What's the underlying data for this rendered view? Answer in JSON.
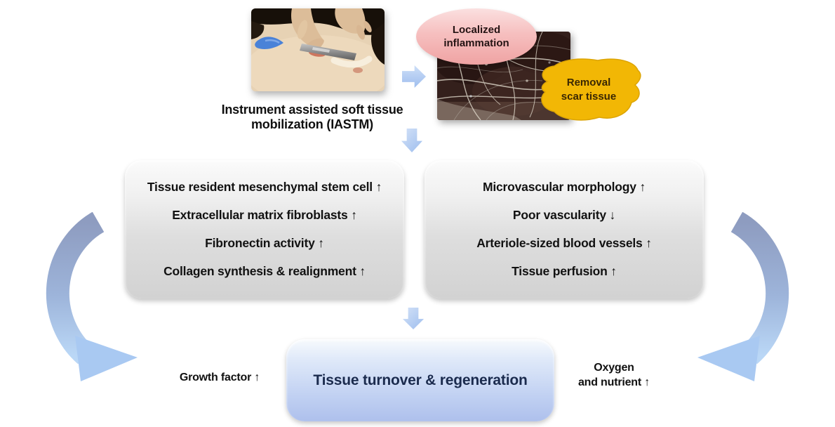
{
  "iastm": {
    "caption_line1": "Instrument assisted soft tissue",
    "caption_line2": "mobilization (IASTM)"
  },
  "callouts": {
    "inflammation_line1": "Localized",
    "inflammation_line2": "inflammation",
    "scar_line1": "Removal",
    "scar_line2": "scar tissue"
  },
  "effects_left": {
    "items": [
      "Tissue resident mesenchymal stem cell ↑",
      "Extracellular matrix fibroblasts ↑",
      "Fibronectin activity ↑",
      "Collagen synthesis & realignment ↑"
    ]
  },
  "effects_right": {
    "items": [
      "Microvascular morphology ↑",
      "Poor vascularity ↓",
      "Arteriole-sized blood vessels ↑",
      "Tissue perfusion ↑"
    ]
  },
  "outcome": {
    "label": "Tissue turnover & regeneration"
  },
  "side_notes": {
    "growth": "Growth factor ↑",
    "oxygen_line1": "Oxygen",
    "oxygen_line2": "and nutrient ↑"
  },
  "colors": {
    "inflammation_fill": "#f3a9a9",
    "scar_fill": "#f2b705",
    "effect_box_fill": "#d9d9d9",
    "outcome_fill": "#b3c6ee",
    "outcome_text": "#1b2b4e",
    "block_arrow_fill": "#b3ccf2",
    "curved_arrow_top": "#8e9cc0",
    "curved_arrow_bottom": "#b9d6f6"
  }
}
